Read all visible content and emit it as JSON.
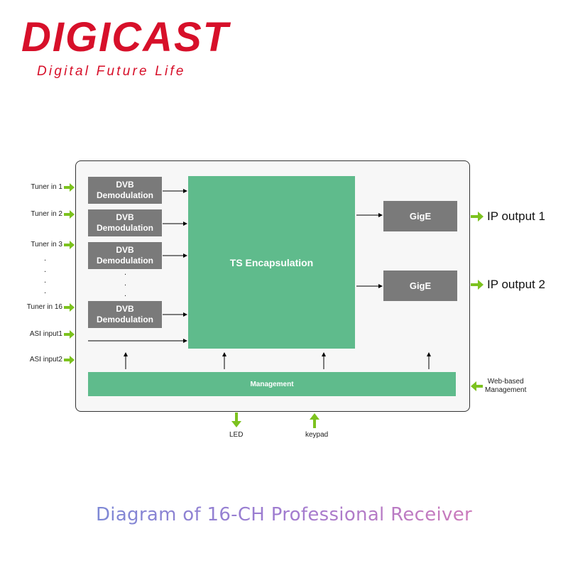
{
  "brand": {
    "name": "DIGICAST",
    "tagline": "Digital Future Life",
    "color": "#d7102a"
  },
  "inputs": {
    "tuner1": "Tuner in 1",
    "tuner2": "Tuner in 2",
    "tuner3": "Tuner in 3",
    "tuner16": "Tuner in 16",
    "asi1": "ASI input1",
    "asi2": "ASI input2",
    "dot": "."
  },
  "blocks": {
    "demod_line1": "DVB",
    "demod_line2": "Demodulation",
    "ts": "TS Encapsulation",
    "gige": "GigE",
    "management": "Management"
  },
  "outputs": {
    "ip1": "IP output 1",
    "ip2": "IP output 2"
  },
  "side": {
    "web_line1": "Web-based",
    "web_line2": "Management",
    "led": "LED",
    "keypad": "keypad"
  },
  "caption": "Diagram of 16-CH Professional Receiver",
  "colors": {
    "green_block": "#5fbb8c",
    "grey_block": "#7a7a7a",
    "arrow_green": "#7cc21e",
    "caption_gradient": [
      "#6c8fd8",
      "#a07bd0",
      "#e27ab0"
    ]
  }
}
